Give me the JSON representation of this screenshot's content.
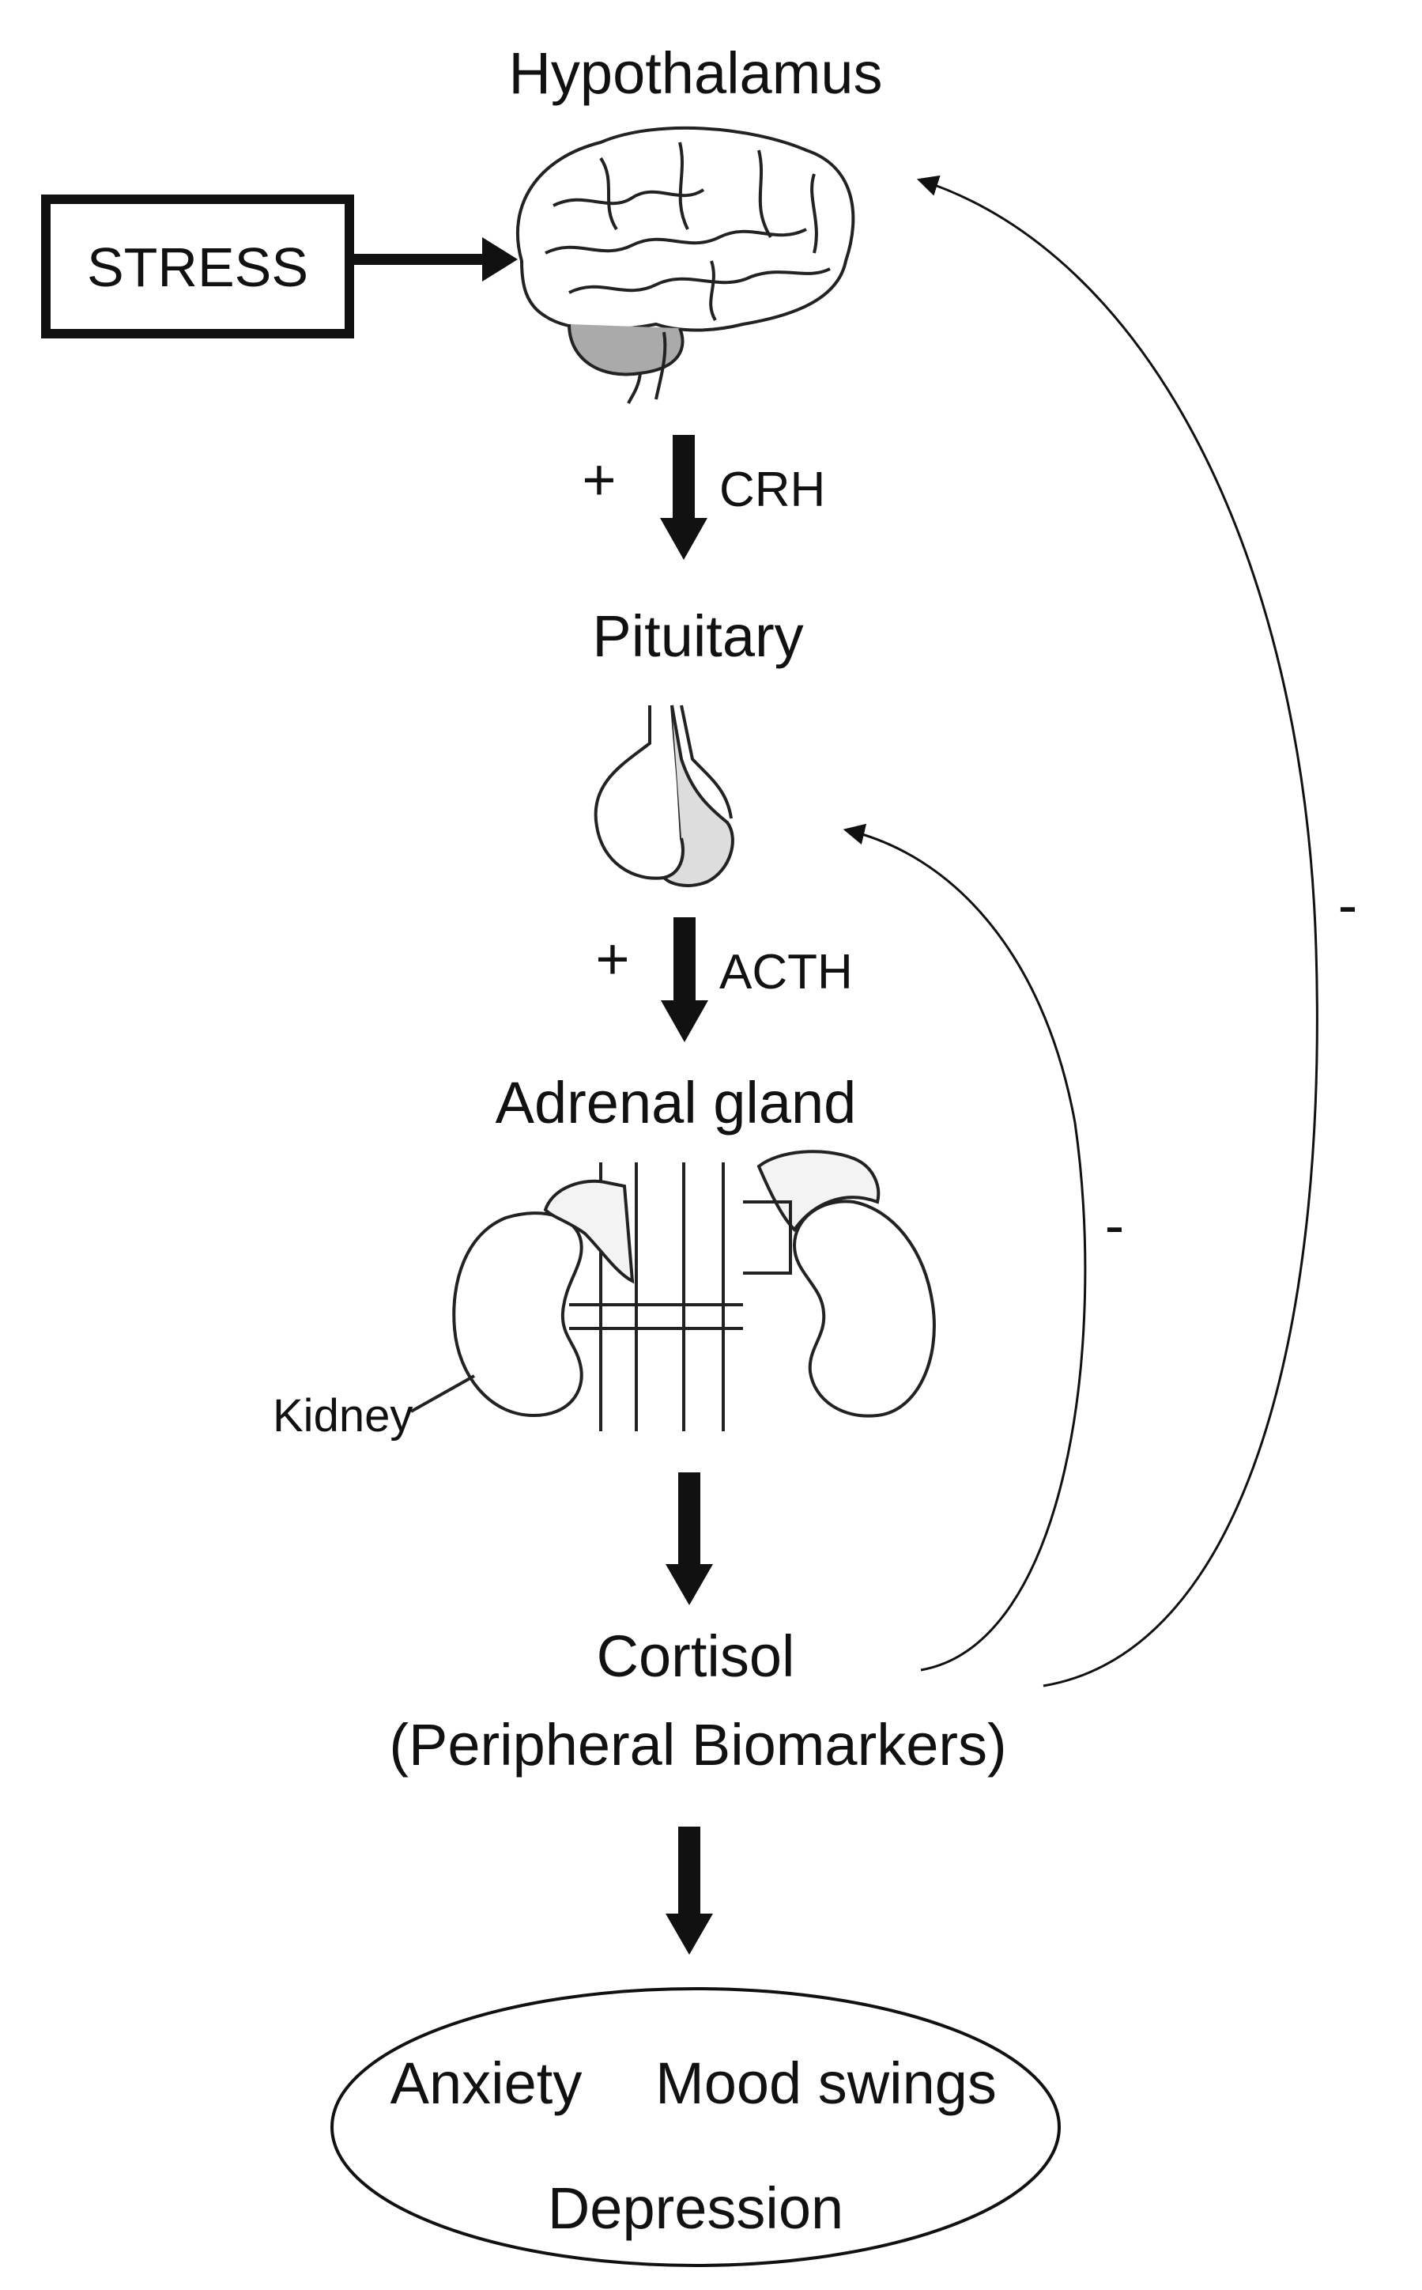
{
  "labels": {
    "hypothalamus": "Hypothalamus",
    "stress": "STRESS",
    "crh_sign": "+",
    "crh": "CRH",
    "pituitary": "Pituitary",
    "acth_sign": "+",
    "acth": "ACTH",
    "adrenal": "Adrenal gland",
    "kidney": "Kidney",
    "cortisol": "Cortisol",
    "biomarkers": "(Peripheral Biomarkers)",
    "feedback_inner_sign": "-",
    "feedback_outer_sign": "-"
  },
  "outcomes": {
    "anxiety": "Anxiety",
    "mood_swings": "Mood swings",
    "depression": "Depression"
  }
}
